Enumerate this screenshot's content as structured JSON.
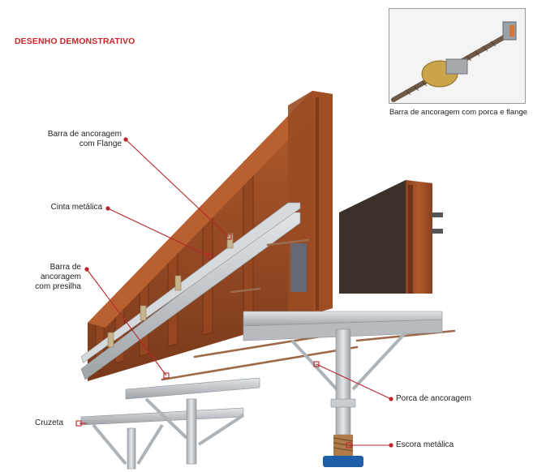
{
  "title": "DESENHO DEMONSTRATIVO",
  "inset_caption": "Barra de ancoragem com porca e flange",
  "labels": {
    "barra_flange_1": "Barra de ancoragem",
    "barra_flange_2": "com Flange",
    "cinta": "Cinta metálica",
    "barra_presilha_1": "Barra de",
    "barra_presilha_2": "ancoragem",
    "barra_presilha_3": "com presilha",
    "cruzeta": "Cruzeta",
    "porca": "Porca de ancoragem",
    "escora": "Escora metálica"
  },
  "colors": {
    "accent": "#c8262c",
    "wood": "#a5532a",
    "wood_dark": "#7c3a1c",
    "steel": "#b8bcc0"
  }
}
